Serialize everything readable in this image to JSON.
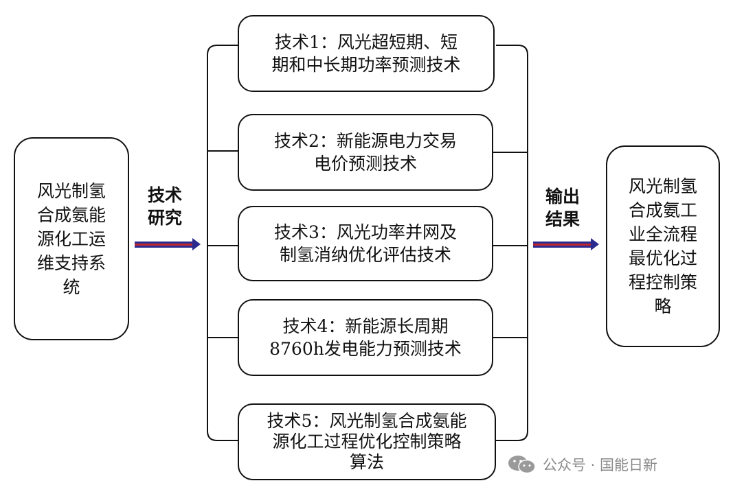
{
  "left_box": {
    "text": "风光制氢\n合成氨能\n源化工运\n维支持系\n统"
  },
  "arrow_label_left": "技术\n研究",
  "techs": [
    {
      "text": "技术1：风光超短期、短\n期和中长期功率预测技术"
    },
    {
      "text": "技术2：新能源电力交易\n电价预测技术"
    },
    {
      "text": "技术3：风光功率并网及\n制氢消纳优化评估技术"
    },
    {
      "text": "技术4：新能源长周期\n8760h发电能力预测技术"
    },
    {
      "text": "技术5：风光制氢合成氨能\n源化工过程优化控制策略\n算法"
    }
  ],
  "arrow_label_right": "输出\n结果",
  "right_box": {
    "text": "风光制氢\n合成氨工\n业全流程\n最优化过\n程控制策\n略"
  },
  "watermark": {
    "text": "公众号 · 国能日新",
    "icon": "wechat-icon"
  },
  "colors": {
    "arrow_blue": "#2b2b8f",
    "arrow_red": "#c0262d",
    "line": "#111111",
    "watermark": "#8a8a8a"
  }
}
